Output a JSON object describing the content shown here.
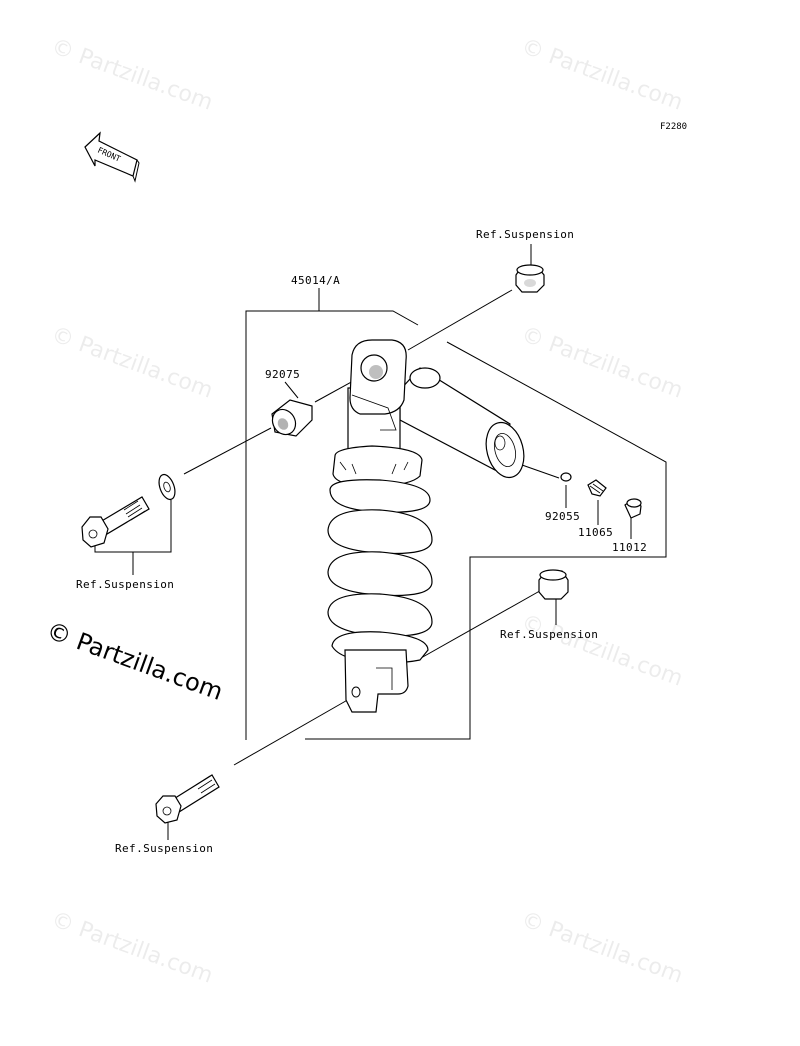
{
  "diagram": {
    "figure_code": "F2280",
    "front_arrow_label": "FRONT",
    "labels": {
      "assembly": "45014/A",
      "bushing": "92075",
      "oring": "92055",
      "valve": "11065",
      "cap": "11012",
      "ref_top_nut": "Ref.Suspension",
      "ref_upper_bolt": "Ref.Suspension",
      "ref_lower_nut": "Ref.Suspension",
      "ref_lower_bolt": "Ref.Suspension"
    }
  },
  "watermark": {
    "text": "© Partzilla.com",
    "main_text": "© Partzilla.com"
  }
}
